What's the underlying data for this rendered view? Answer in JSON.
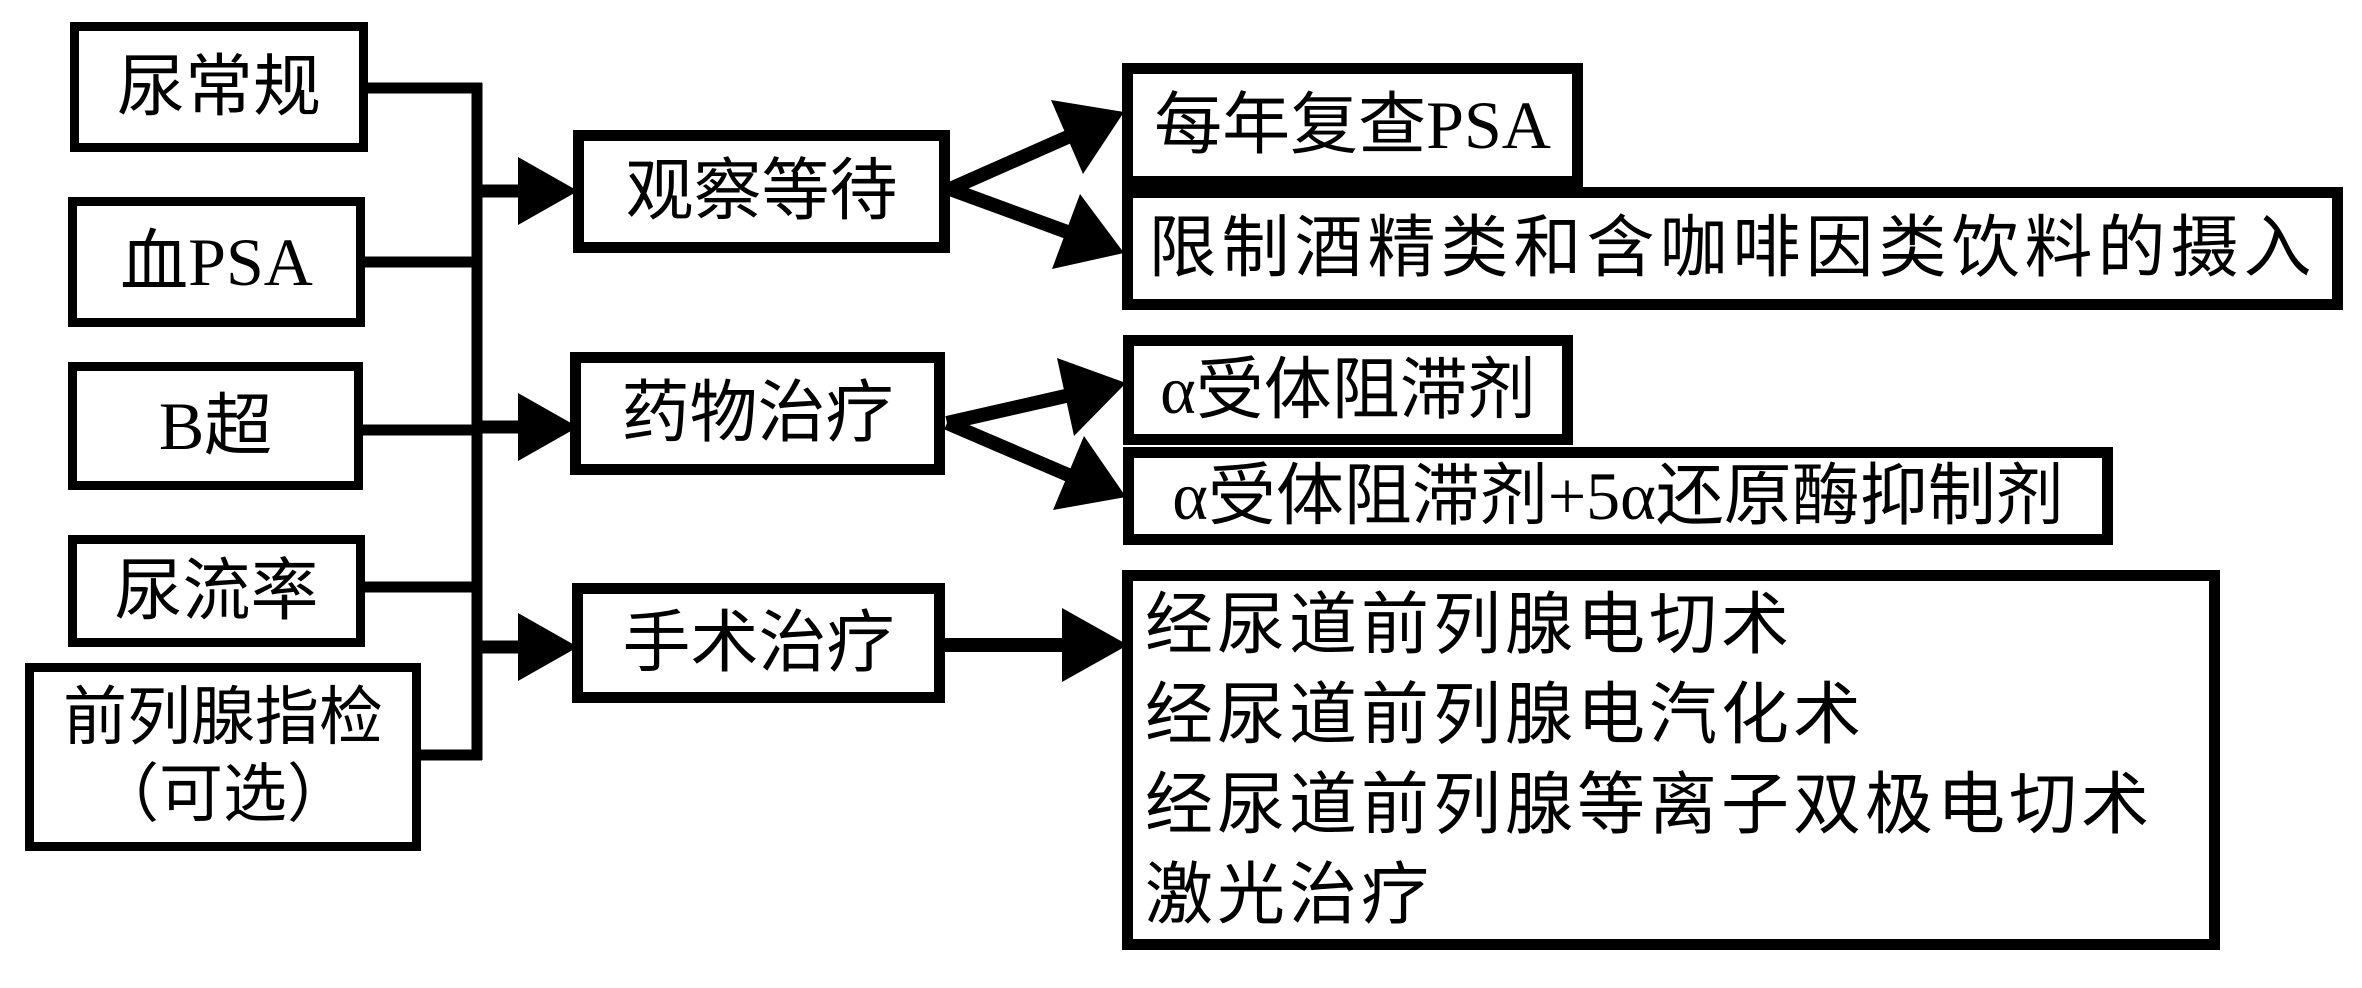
{
  "diagram": {
    "exams": [
      {
        "label": "尿常规"
      },
      {
        "label": "血PSA"
      },
      {
        "label": "B超"
      },
      {
        "label": "尿流率"
      },
      {
        "label": "前列腺指检",
        "sublabel": "（可选）"
      }
    ],
    "treatments": [
      {
        "label": "观察等待"
      },
      {
        "label": "药物治疗"
      },
      {
        "label": "手术治疗"
      }
    ],
    "outcomes": {
      "watchful_waiting": [
        "每年复查PSA",
        "限制酒精类和含咖啡因类饮料的摄入"
      ],
      "medication": [
        "α受体阻滞剂",
        "α受体阻滞剂+5α还原酶抑制剂"
      ],
      "surgery": [
        "经尿道前列腺电切术",
        "经尿道前列腺电汽化术",
        "经尿道前列腺等离子双极电切术",
        "激光治疗"
      ]
    },
    "colors": {
      "background": "#ffffff",
      "line": "#000000",
      "box_fill": "#ffffff",
      "text": "#000000"
    }
  }
}
